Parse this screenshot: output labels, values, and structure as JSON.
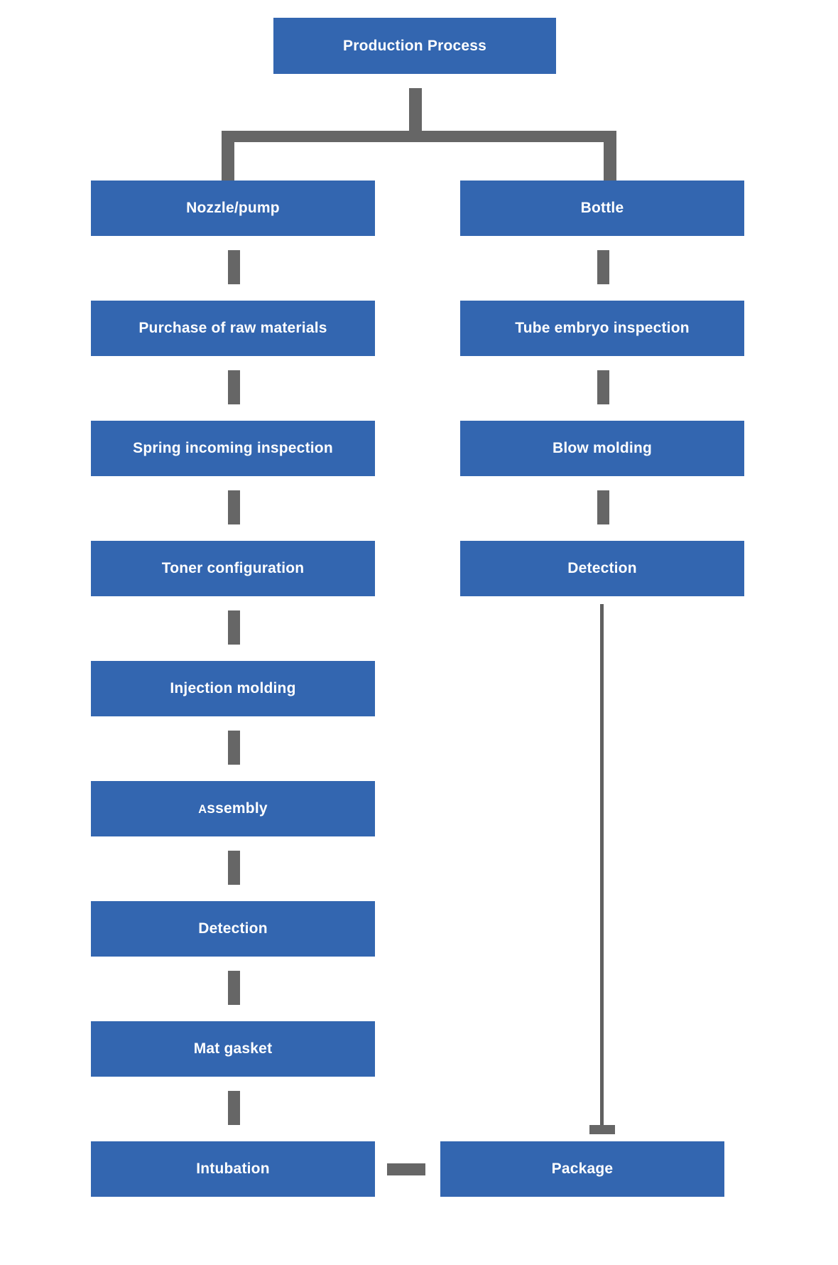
{
  "diagram": {
    "title": "Production Process",
    "root": {
      "id": "production-process",
      "label": "Production Process"
    },
    "branches": [
      {
        "id": "nozzle-pump",
        "label": "Nozzle/pump",
        "steps": [
          {
            "id": "purchase-of-raw-materials",
            "label": "Purchase of raw materials"
          },
          {
            "id": "spring-incoming-inspection",
            "label": "Spring incoming inspection"
          },
          {
            "id": "toner-configuration",
            "label": "Toner configuration"
          },
          {
            "id": "injection-molding",
            "label": "Injection molding"
          },
          {
            "id": "assembly",
            "label": "Assembly"
          },
          {
            "id": "detection-left",
            "label": "Detection"
          },
          {
            "id": "mat-gasket",
            "label": "Mat gasket"
          },
          {
            "id": "intubation",
            "label": "Intubation"
          }
        ]
      },
      {
        "id": "bottle",
        "label": "Bottle",
        "steps": [
          {
            "id": "tube-embryo-inspection",
            "label": "Tube embryo inspection"
          },
          {
            "id": "blow-molding",
            "label": "Blow molding"
          },
          {
            "id": "detection-right",
            "label": "Detection"
          },
          {
            "id": "package",
            "label": "Package"
          }
        ]
      }
    ],
    "colors": {
      "node_fill": "#3366B0",
      "node_text": "#FFFFFF",
      "connector": "#666666",
      "background": "#FFFFFF"
    }
  }
}
